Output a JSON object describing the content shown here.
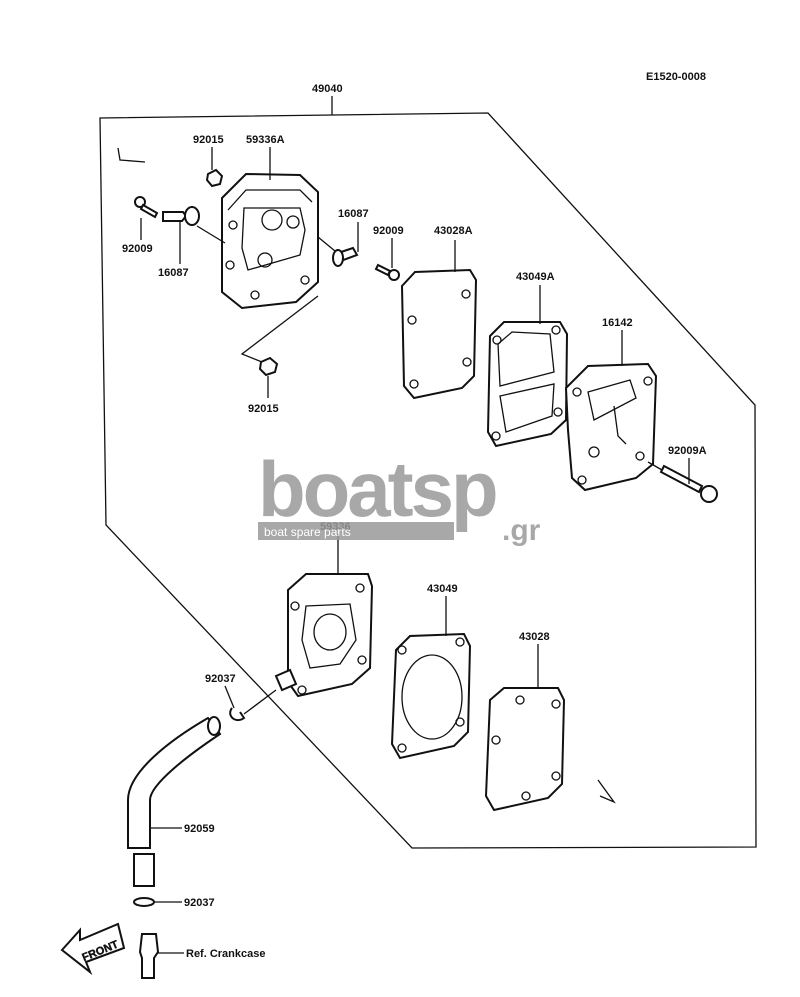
{
  "diagram_code": "E1520-0008",
  "assembly_ref": "49040",
  "callouts": {
    "c92015_top": "92015",
    "c59336A": "59336A",
    "c92009_left": "92009",
    "c16087_left": "16087",
    "c16087_right": "16087",
    "c92009_right": "92009",
    "c43028A": "43028A",
    "c43049A": "43049A",
    "c16142": "16142",
    "c92009A": "92009A",
    "c92015_bottom": "92015",
    "c59336": "59336",
    "c43049": "43049",
    "c43028": "43028",
    "c92037_top": "92037",
    "c92059": "92059",
    "c92037_bottom": "92037",
    "ref_crankcase": "Ref. Crankcase",
    "front_arrow": "FRONT"
  },
  "watermark": {
    "brand": "boatsp",
    "suffix": ".gr",
    "tagline": "boat spare parts",
    "color": "#9a9a9a"
  },
  "colors": {
    "ink": "#111111",
    "background": "#ffffff"
  }
}
